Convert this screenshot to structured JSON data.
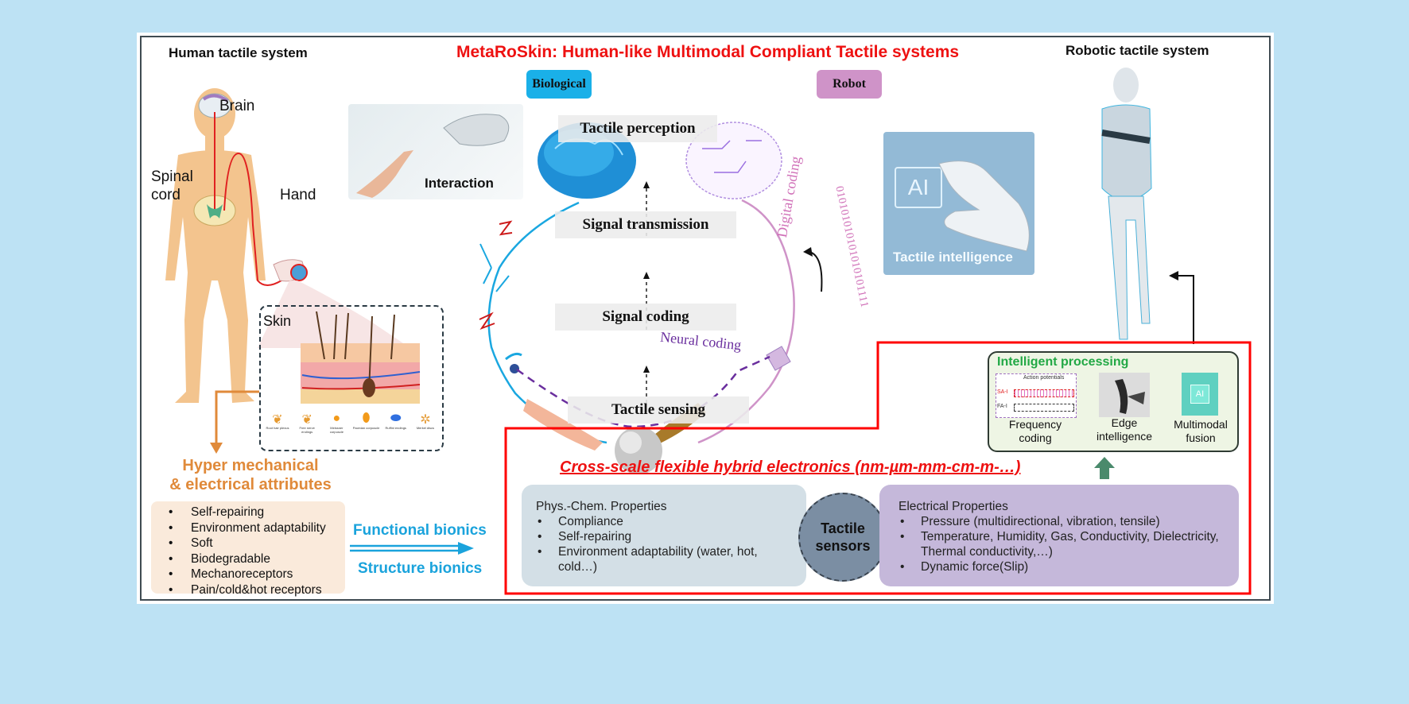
{
  "title": "MetaRoSkin: Human-like Multimodal Compliant Tactile systems",
  "left": {
    "header": "Human tactile system",
    "body_labels": {
      "brain": "Brain",
      "spinal_cord": "Spinal\ncord",
      "hand": "Hand",
      "skin": "Skin"
    },
    "interaction_label": "Interaction",
    "skin_receptors": [
      "Root hair plexus",
      "Free nerve endings",
      "Meissner corpuscle",
      "Pacinian corpuscle",
      "Ruffini endings",
      "Merkel discs"
    ],
    "attributes_title_line1": "Hyper mechanical",
    "attributes_title_line2": "& electrical attributes",
    "attributes": [
      "Self-repairing",
      "Environment adaptability",
      "Soft",
      "Biodegradable",
      "Mechanoreceptors",
      "Pain/cold&hot receptors"
    ],
    "bionics_top": "Functional bionics",
    "bionics_bottom": "Structure bionics"
  },
  "center": {
    "tag_biological": "Biological",
    "tag_robot": "Robot",
    "stages": [
      "Tactile  perception",
      "Signal transmission",
      "Signal coding",
      "Tactile sensing"
    ],
    "neural_coding": "Neural coding",
    "digital_coding": "Digital coding",
    "binary_string": "010101010101010101111"
  },
  "right": {
    "header": "Robotic tactile system",
    "tactile_intelligence": "Tactile intelligence",
    "ai_chip_label": "AI",
    "intelligent_processing": {
      "title": "Intelligent processing",
      "items": [
        {
          "label": "Frequency\ncoding",
          "legend": "Action potentials",
          "rows": [
            "SA-I",
            "FA-I"
          ]
        },
        {
          "label": "Edge\nintelligence"
        },
        {
          "label": "Multimodal\nfusion",
          "chip": "AI"
        }
      ]
    }
  },
  "bottom": {
    "cross_scale_title": "Cross-scale flexible hybrid electronics (nm-µm-mm-cm-m-…)",
    "phys_chem": {
      "title": "Phys.-Chem. Properties",
      "items": [
        "Compliance",
        "Self-repairing",
        "Environment adaptability (water, hot, cold…)"
      ]
    },
    "sensors_label_line1": "Tactile",
    "sensors_label_line2": "sensors",
    "electrical": {
      "title": "Electrical Properties",
      "items": [
        "Pressure (multidirectional, vibration, tensile)",
        "Temperature, Humidity, Gas, Conductivity, Dielectricity, Thermal conductivity,…)",
        "Dynamic force(Slip)"
      ]
    }
  },
  "colors": {
    "background": "#bde2f4",
    "title_red": "#ee1111",
    "biological_blue": "#1ab0e8",
    "robot_pink": "#cf93c8",
    "orange": "#e08a3a",
    "bionics_blue": "#1aa3dc",
    "green_title": "#22a845",
    "green_arrow": "#4a8a6c",
    "phys_box": "#d3dfe6",
    "elec_box": "#c5b8da",
    "sensor_circle": "#7b8ea3"
  }
}
